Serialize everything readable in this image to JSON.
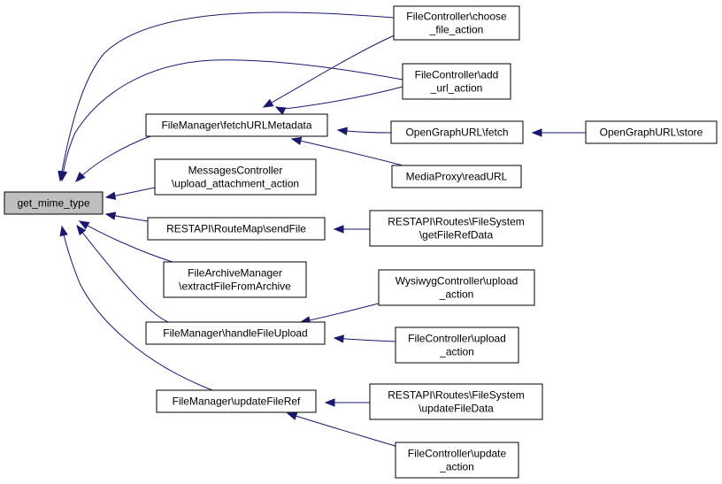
{
  "diagram": {
    "nodes": [
      {
        "id": "get_mime_type",
        "lines": [
          "get_mime_type"
        ],
        "focus": true
      },
      {
        "id": "fetchURLMetadata",
        "lines": [
          "FileManager\\fetchURLMetadata"
        ]
      },
      {
        "id": "upload_attachment",
        "lines": [
          "MessagesController",
          "\\upload_attachment_action"
        ]
      },
      {
        "id": "sendFile",
        "lines": [
          "RESTAPI\\RouteMap\\sendFile"
        ]
      },
      {
        "id": "extractFileFromArchive",
        "lines": [
          "FileArchiveManager",
          "\\extractFileFromArchive"
        ]
      },
      {
        "id": "handleFileUpload",
        "lines": [
          "FileManager\\handleFileUpload"
        ]
      },
      {
        "id": "updateFileRef",
        "lines": [
          "FileManager\\updateFileRef"
        ]
      },
      {
        "id": "choose_file_action",
        "lines": [
          "FileController\\choose",
          "_file_action"
        ]
      },
      {
        "id": "add_url_action",
        "lines": [
          "FileController\\add",
          "_url_action"
        ]
      },
      {
        "id": "og_fetch",
        "lines": [
          "OpenGraphURL\\fetch"
        ]
      },
      {
        "id": "readURL",
        "lines": [
          "MediaProxy\\readURL"
        ]
      },
      {
        "id": "getFileRefData",
        "lines": [
          "RESTAPI\\Routes\\FileSystem",
          "\\getFileRefData"
        ]
      },
      {
        "id": "wysiwyg_upload",
        "lines": [
          "WysiwygController\\upload",
          "_action"
        ]
      },
      {
        "id": "fc_upload",
        "lines": [
          "FileController\\upload",
          "_action"
        ]
      },
      {
        "id": "updateFileData",
        "lines": [
          "RESTAPI\\Routes\\FileSystem",
          "\\updateFileData"
        ]
      },
      {
        "id": "fc_update",
        "lines": [
          "FileController\\update",
          "_action"
        ]
      },
      {
        "id": "og_store",
        "lines": [
          "OpenGraphURL\\store"
        ]
      }
    ],
    "edges": [
      {
        "from": "fetchURLMetadata",
        "to": "get_mime_type"
      },
      {
        "from": "choose_file_action",
        "to": "get_mime_type"
      },
      {
        "from": "add_url_action",
        "to": "get_mime_type"
      },
      {
        "from": "upload_attachment",
        "to": "get_mime_type"
      },
      {
        "from": "sendFile",
        "to": "get_mime_type"
      },
      {
        "from": "extractFileFromArchive",
        "to": "get_mime_type"
      },
      {
        "from": "handleFileUpload",
        "to": "get_mime_type"
      },
      {
        "from": "updateFileRef",
        "to": "get_mime_type"
      },
      {
        "from": "choose_file_action",
        "to": "fetchURLMetadata"
      },
      {
        "from": "add_url_action",
        "to": "fetchURLMetadata"
      },
      {
        "from": "og_fetch",
        "to": "fetchURLMetadata"
      },
      {
        "from": "readURL",
        "to": "fetchURLMetadata"
      },
      {
        "from": "og_store",
        "to": "og_fetch"
      },
      {
        "from": "getFileRefData",
        "to": "sendFile"
      },
      {
        "from": "wysiwyg_upload",
        "to": "handleFileUpload"
      },
      {
        "from": "fc_upload",
        "to": "handleFileUpload"
      },
      {
        "from": "updateFileData",
        "to": "updateFileRef"
      },
      {
        "from": "fc_update",
        "to": "updateFileRef"
      }
    ],
    "colors": {
      "edge": "#191970",
      "focus_fill": "#bfbfbf",
      "node_fill": "#ffffff",
      "node_border": "#000000"
    }
  }
}
